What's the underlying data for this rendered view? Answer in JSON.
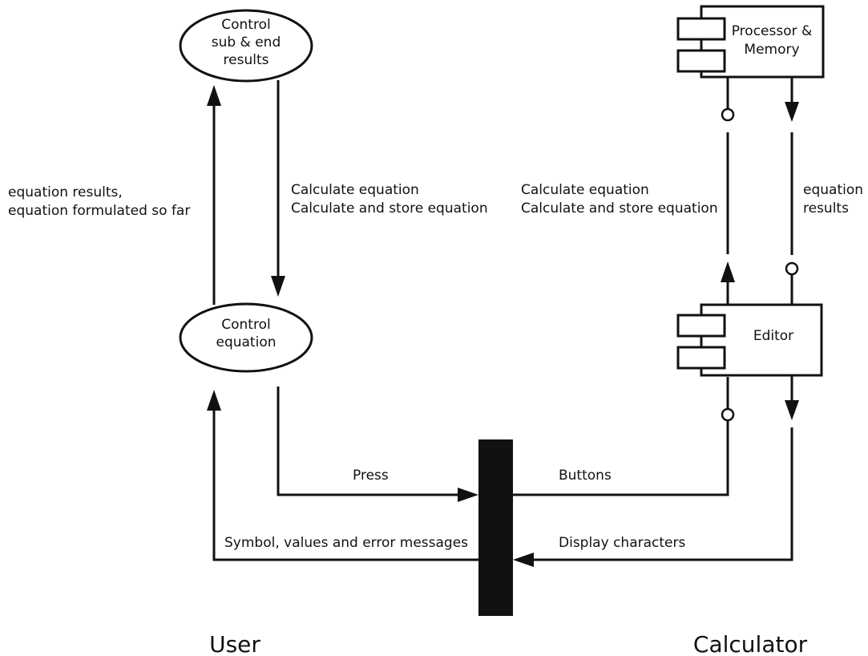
{
  "nodes": {
    "control_results": [
      "Control",
      "sub & end",
      "results"
    ],
    "control_equation": [
      "Control",
      "equation"
    ],
    "processor_memory": [
      "Processor &",
      "Memory"
    ],
    "editor": "Editor"
  },
  "flows": {
    "equation_results_left": [
      "equation results,",
      "equation formulated so far"
    ],
    "calc_left": [
      "Calculate equation",
      "Calculate and store equation"
    ],
    "calc_right": [
      "Calculate equation",
      "Calculate and store equation"
    ],
    "equation_results_right": [
      "equation",
      "results"
    ],
    "press": "Press",
    "buttons": "Buttons",
    "symbol_values": "Symbol, values and error messages",
    "display_chars": "Display characters"
  },
  "actors": {
    "user": "User",
    "calculator": "Calculator"
  },
  "colors": {
    "ink": "#111111",
    "background": "#ffffff"
  }
}
